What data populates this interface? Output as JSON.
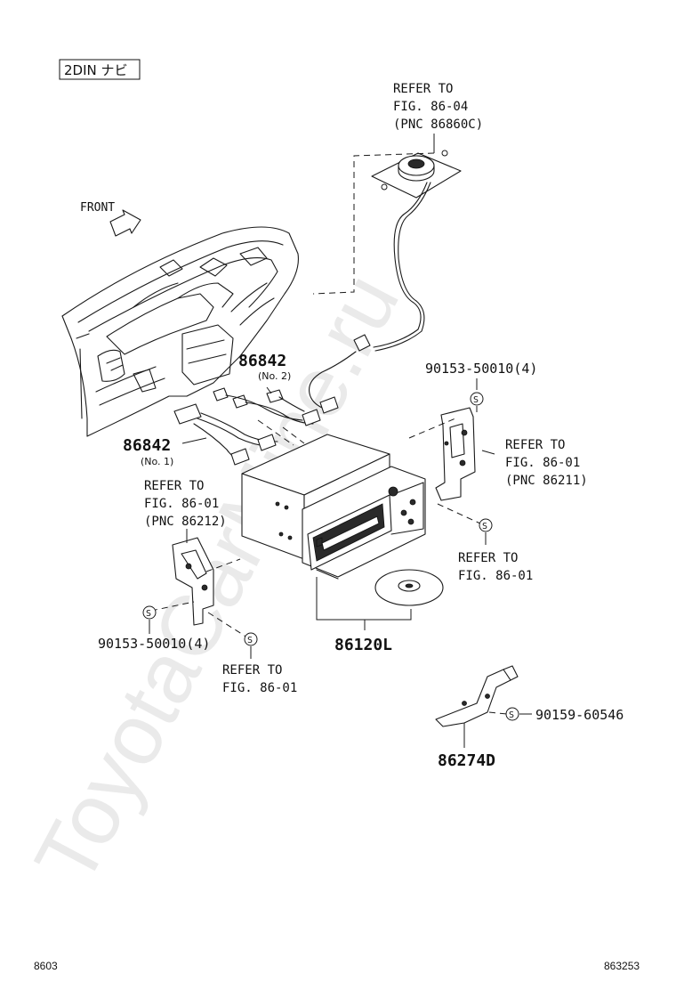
{
  "header_tag": "2DIN ナビ",
  "front_label": "FRONT",
  "watermark": "ToyotaCarMine.ru",
  "callouts": {
    "antenna_ref_line1": "REFER TO",
    "antenna_ref_line2": "FIG. 86-04",
    "antenna_ref_line3": "(PNC 86860C)",
    "wire_no2_part": "86842",
    "wire_no2_sub": "(No. 2)",
    "wire_no1_part": "86842",
    "wire_no1_sub": "(No. 1)",
    "screw_right_part": "90153-50010(4)",
    "bracket_right_ref_line1": "REFER TO",
    "bracket_right_ref_line2": "FIG. 86-01",
    "bracket_right_ref_line3": "(PNC 86211)",
    "bracket_left_ref_line1": "REFER TO",
    "bracket_left_ref_line2": "FIG. 86-01",
    "bracket_left_ref_line3": "(PNC 86212)",
    "screw_lower_right_ref_line1": "REFER TO",
    "screw_lower_right_ref_line2": "FIG. 86-01",
    "screw_left_part": "90153-50010(4)",
    "screw_lower_left_ref_line1": "REFER TO",
    "screw_lower_left_ref_line2": "FIG. 86-01",
    "navi_unit_part": "86120L",
    "screw_bracket_part": "90159-60546",
    "bracket_part": "86274D"
  },
  "footer": {
    "left_code": "8603",
    "right_code": "863253"
  }
}
